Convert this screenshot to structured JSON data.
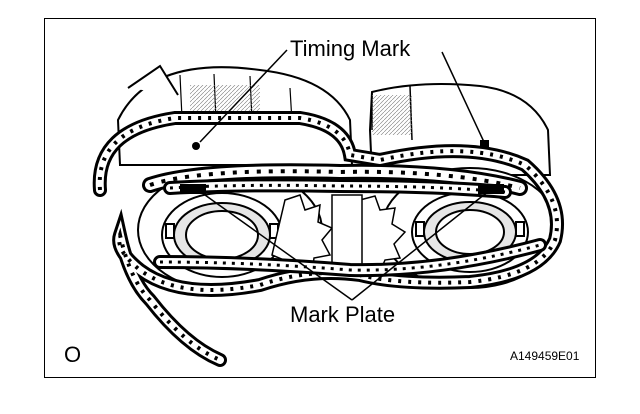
{
  "diagram": {
    "labels": {
      "timing_mark": "Timing Mark",
      "mark_plate": "Mark Plate"
    },
    "corner_letter": "O",
    "figure_code": "A149459E01",
    "colors": {
      "ink": "#000000",
      "paper": "#ffffff",
      "shade": "#d0d0d0"
    }
  }
}
